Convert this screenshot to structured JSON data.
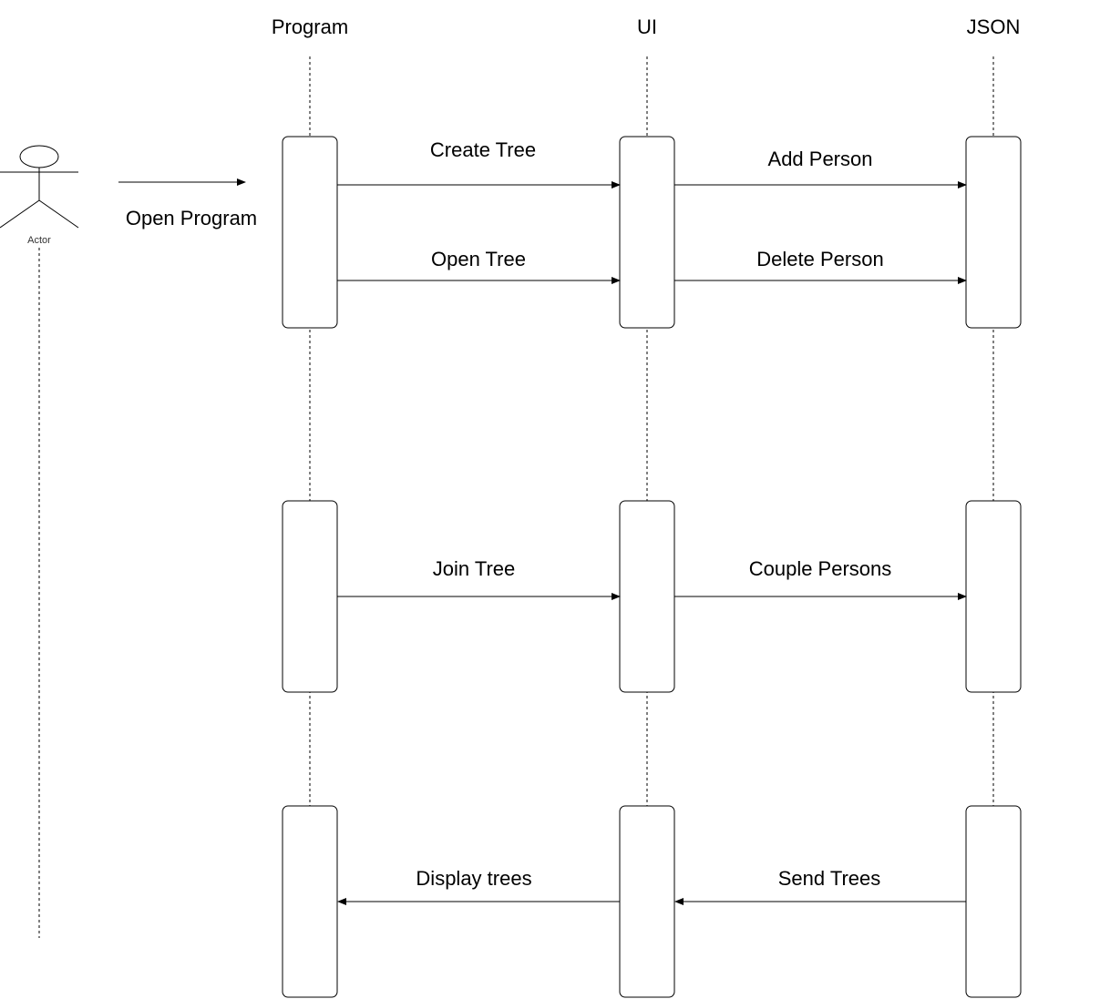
{
  "actor": {
    "label": "Actor",
    "message": "Open Program"
  },
  "lifelines": [
    {
      "id": "program",
      "title": "Program"
    },
    {
      "id": "ui",
      "title": "UI"
    },
    {
      "id": "json",
      "title": "JSON"
    }
  ],
  "messages": [
    {
      "label": "Create Tree",
      "from": "Program",
      "to": "UI"
    },
    {
      "label": "Add Person",
      "from": "UI",
      "to": "JSON"
    },
    {
      "label": "Open Tree",
      "from": "Program",
      "to": "UI"
    },
    {
      "label": "Delete Person",
      "from": "UI",
      "to": "JSON"
    },
    {
      "label": "Join Tree",
      "from": "Program",
      "to": "UI"
    },
    {
      "label": "Couple Persons",
      "from": "UI",
      "to": "JSON"
    },
    {
      "label": "Display trees",
      "from": "UI",
      "to": "Program"
    },
    {
      "label": "Send Trees",
      "from": "JSON",
      "to": "UI"
    }
  ]
}
